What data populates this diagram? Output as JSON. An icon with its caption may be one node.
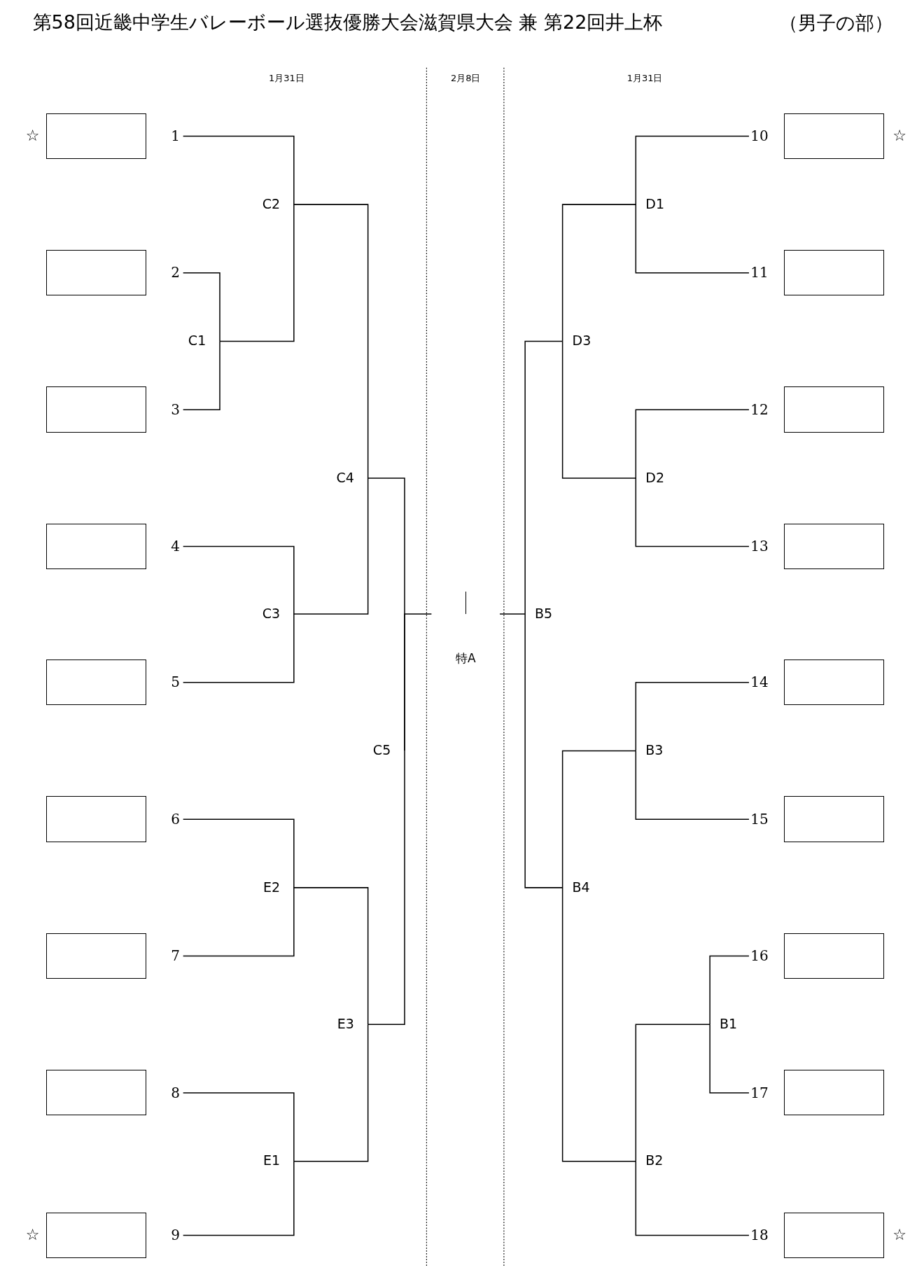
{
  "diagram": {
    "title": "第58回近畿中学生バレーボール選抜優勝大会滋賀県大会 兼 第22回井上杯",
    "nodes": [
      {
        "text": [],
        "shape": "box"
      },
      {
        "text": [],
        "shape": "box"
      },
      {
        "text": [],
        "shape": "box"
      },
      {
        "text": [],
        "shape": "box"
      },
      {
        "text": [],
        "shape": "box"
      },
      {
        "text": [],
        "shape": "box"
      },
      {
        "text": [],
        "shape": "box"
      },
      {
        "text": [],
        "shape": "box"
      },
      {
        "text": [],
        "shape": "box"
      },
      {
        "text": [
          "1"
        ]
      },
      {
        "text": [
          "2"
        ]
      },
      {
        "text": [
          "3"
        ]
      },
      {
        "text": [
          "4"
        ]
      },
      {
        "text": [
          "5"
        ]
      },
      {
        "text": [
          "6"
        ]
      },
      {
        "text": [
          "7"
        ]
      },
      {
        "text": [
          "8"
        ]
      },
      {
        "text": [
          "9"
        ]
      },
      {
        "text": [
          "10"
        ]
      },
      {
        "text": [
          "11"
        ]
      },
      {
        "text": [
          "12"
        ]
      },
      {
        "text": [
          "13"
        ]
      },
      {
        "text": [
          "14"
        ]
      },
      {
        "text": [
          "15"
        ]
      },
      {
        "text": [
          "16"
        ]
      },
      {
        "text": [
          "17"
        ]
      },
      {
        "text": [
          "18"
        ]
      },
      {
        "text": [],
        "shape": "box"
      },
      {
        "text": [],
        "shape": "box"
      },
      {
        "text": [],
        "shape": "box"
      },
      {
        "text": [],
        "shape": "box"
      },
      {
        "text": [],
        "shape": "box"
      },
      {
        "text": [],
        "shape": "box"
      },
      {
        "text": [],
        "shape": "box"
      },
      {
        "text": [],
        "shape": "box"
      },
      {
        "text": [],
        "shape": "box"
      },
      {
        "text": [
          "C2"
        ]
      },
      {
        "text": [
          "C1"
        ]
      },
      {
        "text": [
          "C4"
        ]
      },
      {
        "text": [
          "C3"
        ]
      },
      {
        "text": [
          "C5"
        ]
      },
      {
        "text": [
          "E2"
        ]
      },
      {
        "text": [
          "E3"
        ]
      },
      {
        "text": [
          "E1"
        ]
      },
      {
        "text": [
          "特A"
        ]
      },
      {
        "text": [
          "D1"
        ]
      },
      {
        "text": [
          "D3"
        ]
      },
      {
        "text": [
          "D2"
        ]
      },
      {
        "text": [
          "B5"
        ]
      },
      {
        "text": [
          "B3"
        ]
      },
      {
        "text": [
          "B4"
        ]
      },
      {
        "text": [
          "B1"
        ]
      },
      {
        "text": [
          "B2"
        ]
      }
    ],
    "edges": [
      {
        "from": 9,
        "to": 36,
        "arrow": "none"
      },
      {
        "from": 10,
        "to": 37,
        "arrow": "none"
      },
      {
        "from": 11,
        "to": 37,
        "arrow": "none"
      },
      {
        "from": 37,
        "to": 36,
        "arrow": "none"
      },
      {
        "from": 36,
        "to": 38,
        "arrow": "none"
      },
      {
        "from": 12,
        "to": 39,
        "arrow": "none"
      },
      {
        "from": 13,
        "to": 39,
        "arrow": "none"
      },
      {
        "from": 39,
        "to": 38,
        "arrow": "none"
      },
      {
        "from": 38,
        "to": 40,
        "arrow": "none"
      },
      {
        "from": 14,
        "to": 41,
        "arrow": "none"
      },
      {
        "from": 15,
        "to": 41,
        "arrow": "none"
      },
      {
        "from": 41,
        "to": 42,
        "arrow": "none"
      },
      {
        "from": 16,
        "to": 43,
        "arrow": "none"
      },
      {
        "from": 17,
        "to": 43,
        "arrow": "none"
      },
      {
        "from": 43,
        "to": 42,
        "arrow": "none"
      },
      {
        "from": 42,
        "to": 40,
        "arrow": "none"
      },
      {
        "from": 40,
        "to": 44,
        "arrow": "none"
      },
      {
        "from": 18,
        "to": 45,
        "arrow": "none"
      },
      {
        "from": 19,
        "to": 45,
        "arrow": "none"
      },
      {
        "from": 45,
        "to": 46,
        "arrow": "none"
      },
      {
        "from": 20,
        "to": 47,
        "arrow": "none"
      },
      {
        "from": 21,
        "to": 47,
        "arrow": "none"
      },
      {
        "from": 47,
        "to": 46,
        "arrow": "none"
      },
      {
        "from": 46,
        "to": 48,
        "arrow": "none"
      },
      {
        "from": 22,
        "to": 49,
        "arrow": "none"
      },
      {
        "from": 23,
        "to": 49,
        "arrow": "none"
      },
      {
        "from": 49,
        "to": 50,
        "arrow": "none"
      },
      {
        "from": 24,
        "to": 51,
        "arrow": "none"
      },
      {
        "from": 25,
        "to": 51,
        "arrow": "none"
      },
      {
        "from": 51,
        "to": 52,
        "arrow": "none"
      },
      {
        "from": 26,
        "to": 52,
        "arrow": "none"
      },
      {
        "from": 52,
        "to": 50,
        "arrow": "none"
      },
      {
        "from": 50,
        "to": 48,
        "arrow": "none"
      },
      {
        "from": 48,
        "to": 44,
        "arrow": "none"
      }
    ],
    "labels": [
      "（男子の部）",
      "1月31日",
      "2月8日",
      "1月31日",
      "☆",
      "☆",
      "☆",
      "☆"
    ]
  }
}
